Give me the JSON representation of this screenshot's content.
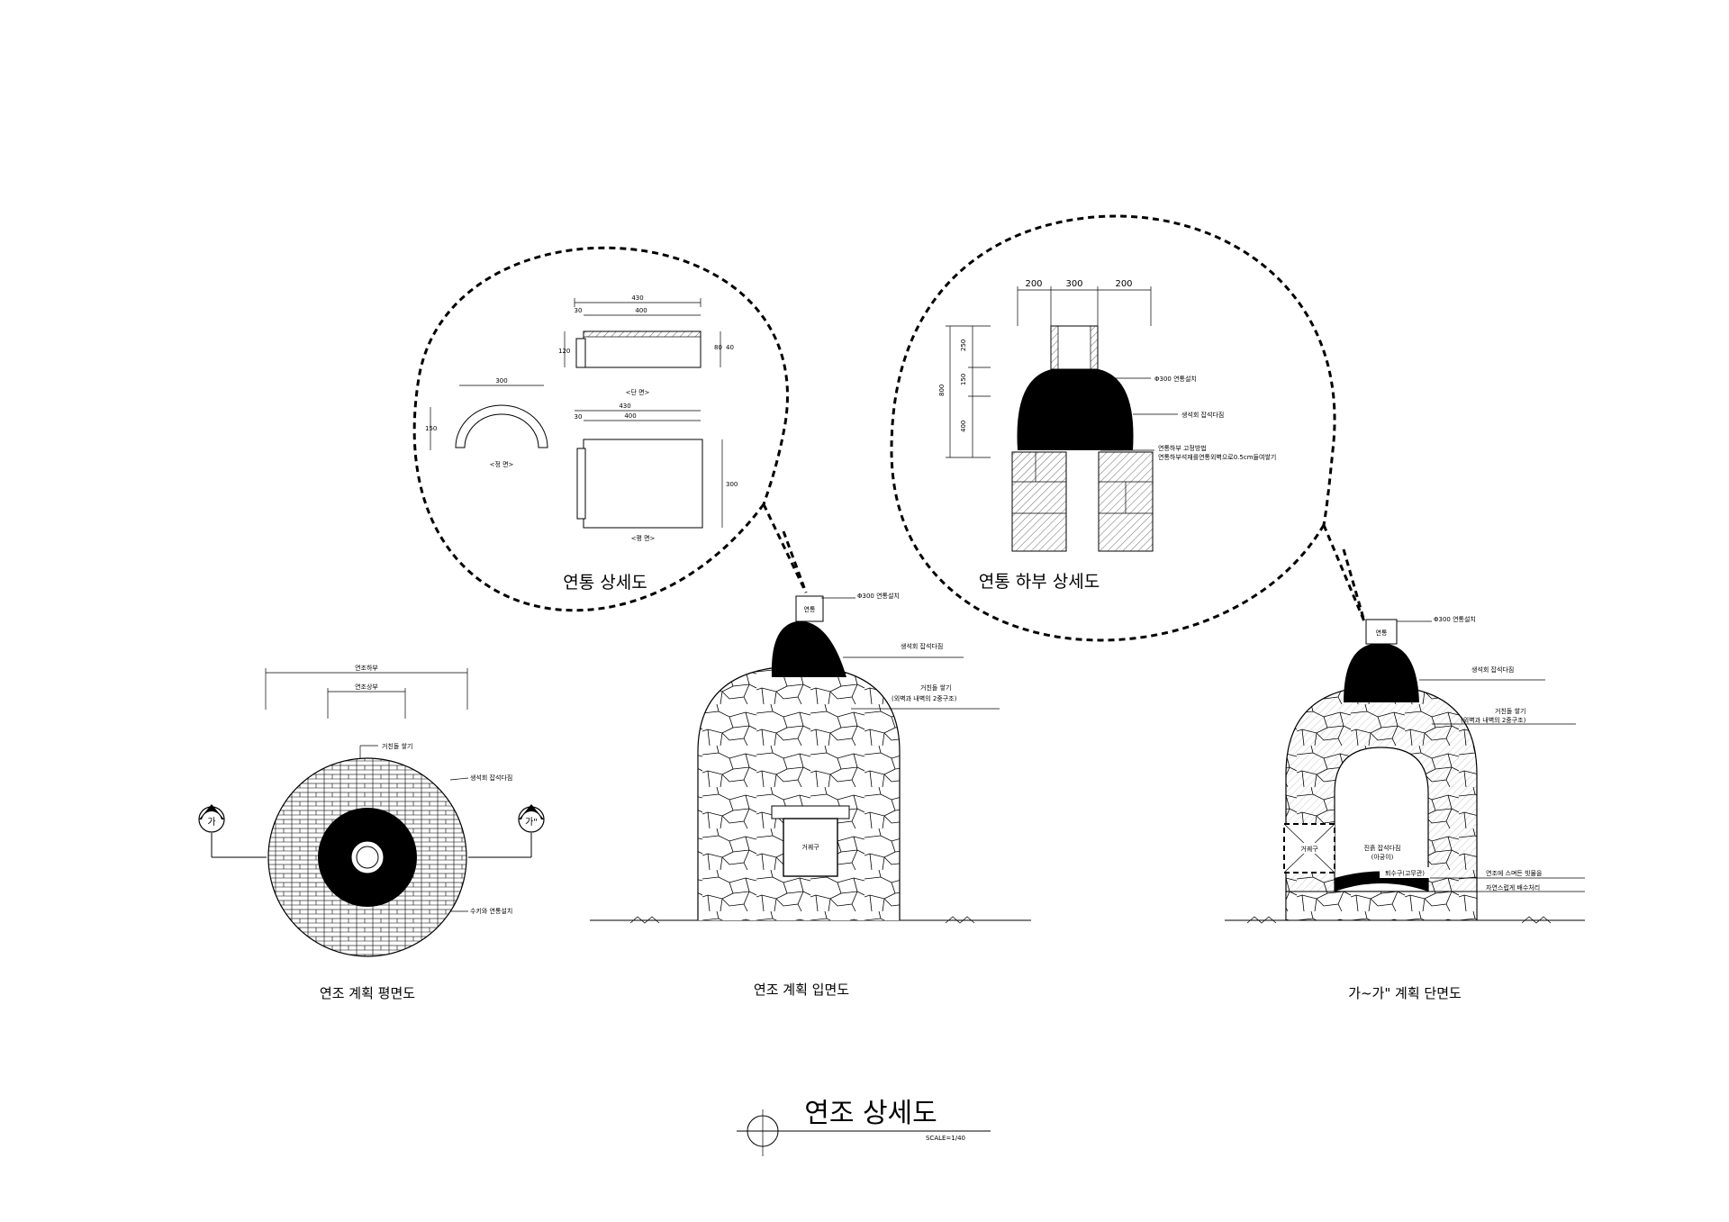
{
  "title": {
    "main": "연조 상세도",
    "scale": "SCALE=1/40"
  },
  "views": {
    "plan": "연조 계획 평면도",
    "elevation": "연조 계획 입면도",
    "section": "가~가\" 계획 단면도"
  },
  "bubbles": {
    "chimney_detail": "연통 상세도",
    "chimney_base_detail": "연통 하부 상세도"
  },
  "plan_labels": {
    "dim_outer": "연조하부",
    "dim_inner": "연조상부",
    "stone": "거친돌 쌓기",
    "lime": "생석회 잡석다짐",
    "chimney": "수키와 연통설치",
    "marker_left": "가",
    "marker_right": "가\""
  },
  "elevation_labels": {
    "chimney_box": "연통",
    "chimney_note": "Φ300 연통설치",
    "lime": "생석회 잡석다짐",
    "stone_1": "거친돌 쌓기",
    "stone_2": "(외벽과 내벽의 2중구조)",
    "door": "거궤구"
  },
  "section_labels": {
    "chimney_box": "연통",
    "chimney_note": "Φ300 연통설치",
    "lime": "생석회 잡석다짐",
    "stone_1": "거친돌 쌓기",
    "stone_2": "(외벽과 내벽의 2중구조)",
    "door": "거궤구",
    "clay_1": "진흙 잡석다짐",
    "clay_2": "(아궁이)",
    "drain": "퇴수구(고무관)",
    "water_1": "연조에 스며든 빗물을",
    "water_2": "자연스럽게 배수처리"
  },
  "chimney_detail": {
    "side_caption": "<단 면>",
    "front_caption": "<정 면>",
    "plan_caption": "<평 면>",
    "dim_top_1": "430",
    "dim_top_2": "400",
    "dim_small": "30",
    "dim_h": "120",
    "dim_r1": "80",
    "dim_r2": "40",
    "dim_arc": "300",
    "dim_arc_h": "150",
    "dim_plan_1": "430",
    "dim_plan_2": "400",
    "dim_plan_small": "30",
    "dim_plan_h": "300"
  },
  "chimney_base": {
    "dim_200a": "200",
    "dim_300": "300",
    "dim_200b": "200",
    "dim_total": "800",
    "dim_250": "250",
    "dim_150": "150",
    "dim_400": "400",
    "note_1": "Φ300 연통설치",
    "note_2": "생석회 잡석다짐",
    "note_3": "연통하부 고정방법",
    "note_4": "연통하부석재를연통외벽으로0.5cm들여쌓기"
  }
}
